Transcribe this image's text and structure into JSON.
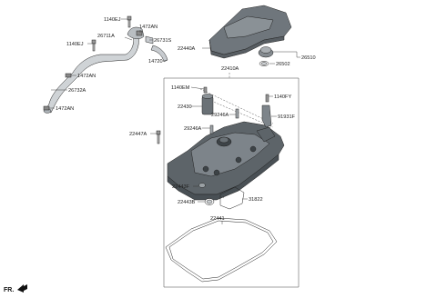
{
  "labels": {
    "p1140EJ_top": "1140EJ",
    "p1472AN_top": "1472AN",
    "p26711A": "26711A",
    "p1140EJ_left": "1140EJ",
    "p26731S": "26731S",
    "p22440A": "22440A",
    "p14720": "14720",
    "p26510": "26510",
    "p26502": "26502",
    "p22410A": "22410A",
    "p1472AN_mid": "1472AN",
    "p26732A": "26732A",
    "p1472AN_bot": "1472AN",
    "p1140EM": "1140EM",
    "p1140FY": "1140FY",
    "p22430": "22430",
    "p29246A_a": "29246A",
    "p91931F": "91931F",
    "p29246A_b": "29246A",
    "p22447A": "22447A",
    "p22443F": "22443F",
    "p31822": "31822",
    "p22443B": "22443B",
    "p22441": "22441",
    "fr": "FR."
  }
}
